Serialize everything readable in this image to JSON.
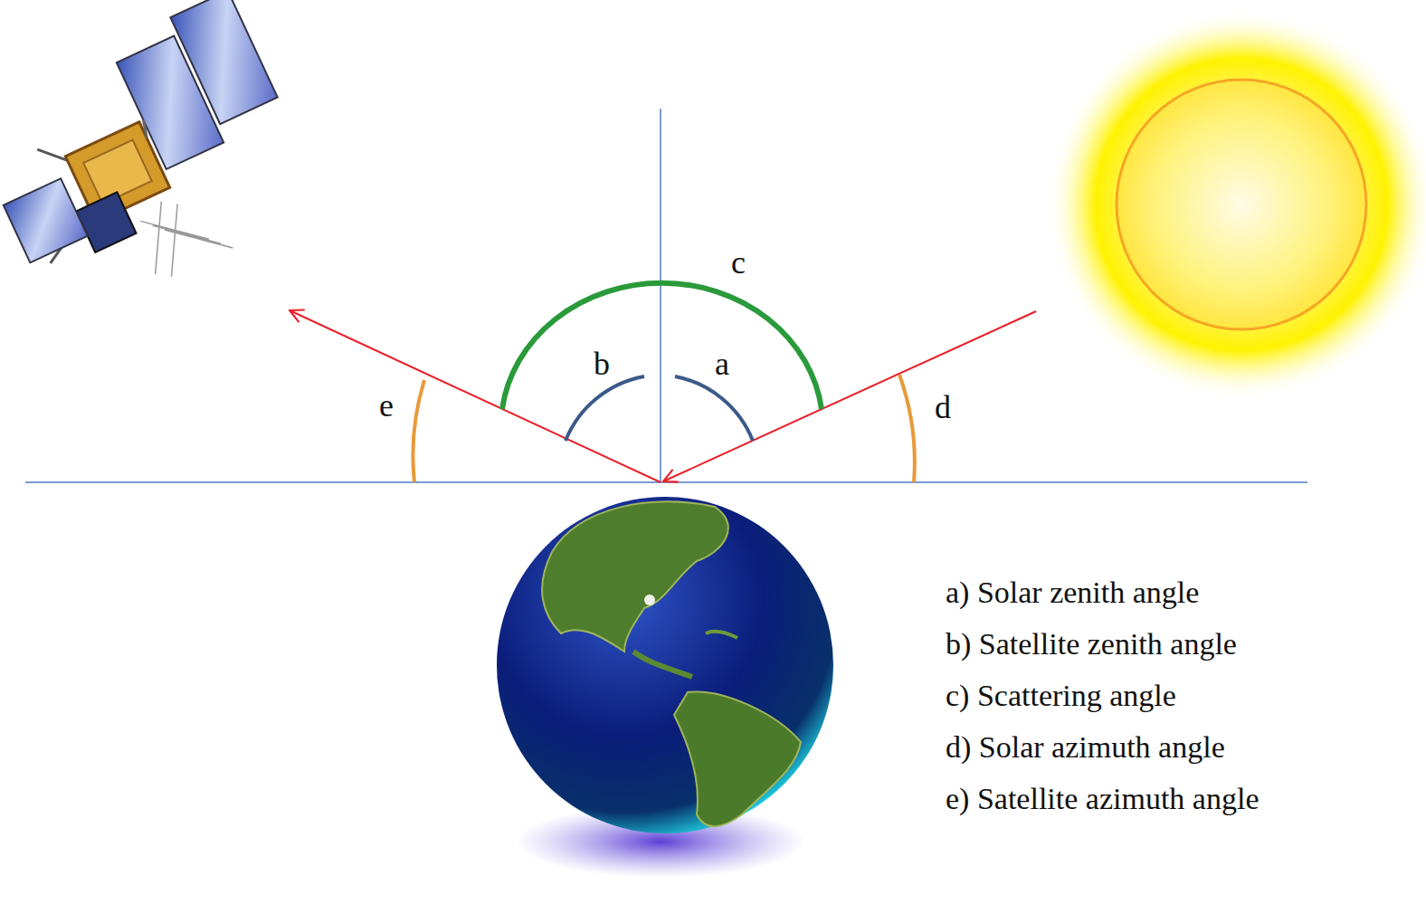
{
  "diagram": {
    "labels": [
      "c",
      "b",
      "a",
      "e",
      "d",
      "a) Solar zenith angle",
      "b) Satellite zenith angle",
      "c) Scattering angle",
      "d) Solar azimuth angle",
      "e) Satellite azimuth angle"
    ]
  }
}
